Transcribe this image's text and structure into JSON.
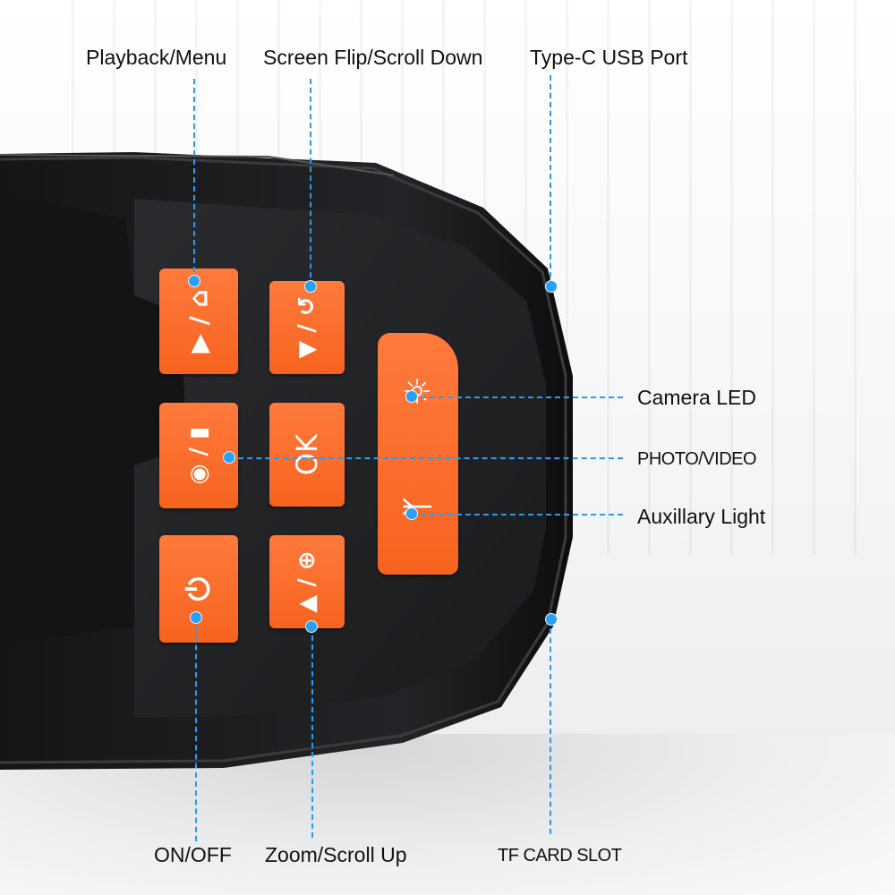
{
  "labels": {
    "playback_menu": "Playback/Menu",
    "screen_flip": "Screen Flip/Scroll Down",
    "type_c": "Type-C USB Port",
    "camera_led": "Camera LED",
    "photo_video": "PHOTO/VIDEO",
    "aux_light": "Auxillary Light",
    "on_off": "ON/OFF",
    "zoom": "Zoom/Scroll Up",
    "tf_card": "TF CARD SLOT"
  },
  "keys": {
    "playback_symbol": "▶ / ⌂",
    "flip_symbol": "▼ / ↺",
    "ok_symbol": "OK",
    "photo_symbol": "◉ / ▮",
    "zoom_symbol": "▲ / ⊕",
    "power_symbol": "⏻",
    "led_symbol": "☼",
    "aux_symbol": "ᛉ"
  },
  "colors": {
    "button_orange": "#f7631f",
    "body_dark": "#1e1f21",
    "callout_blue": "#2a9bf0"
  }
}
